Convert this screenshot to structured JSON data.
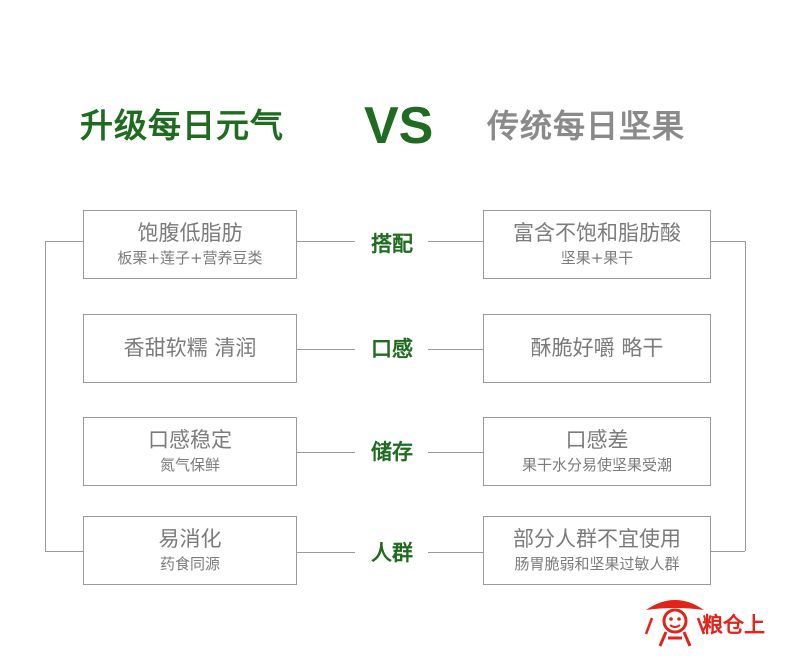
{
  "header": {
    "left_title": "升级每日元气",
    "vs": "VS",
    "right_title": "传统每日坚果"
  },
  "rows": [
    {
      "label": "搭配",
      "left": {
        "main": "饱腹低脂肪",
        "sub": "板栗+莲子+营养豆类"
      },
      "right": {
        "main": "富含不饱和脂肪酸",
        "sub": "坚果+果干"
      }
    },
    {
      "label": "口感",
      "left": {
        "main": "香甜软糯 清润",
        "sub": ""
      },
      "right": {
        "main": "酥脆好嚼 略干",
        "sub": ""
      }
    },
    {
      "label": "储存",
      "left": {
        "main": "口感稳定",
        "sub": "氮气保鲜"
      },
      "right": {
        "main": "口感差",
        "sub": "果干水分易使坚果受潮"
      }
    },
    {
      "label": "人群",
      "left": {
        "main": "易消化",
        "sub": "药食同源"
      },
      "right": {
        "main": "部分人群不宜使用",
        "sub": "肠胃脆弱和坚果过敏人群"
      }
    }
  ],
  "logo": {
    "text": "粮仓上"
  },
  "colors": {
    "accent": "#1f6b1f",
    "text": "#7b7b7b",
    "border": "#9a9a9a",
    "logo": "#e2231a"
  }
}
